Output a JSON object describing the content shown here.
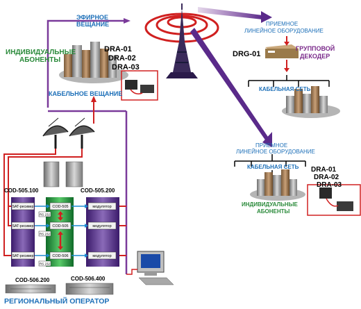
{
  "labels": {
    "air_broadcast_1": "ЭФИРНОЕ",
    "air_broadcast_2": "ВЕЩАНИЕ",
    "receiving_top_1": "ПРИЕМНОЕ",
    "receiving_top_2": "ЛИНЕЙНОЕ ОБОРУДОВАНИЕ",
    "individual_top_1": "ИНДИВИДУАЛЬНЫЕ",
    "individual_top_2": "АБОНЕНТЫ",
    "dra01_top": "DRA-01",
    "dra02_top": "DRA-02",
    "dra03_top": "DRA-03",
    "cable_broadcast": "КАБЕЛЬНОЕ ВЕЩАНИЕ",
    "drg01": "DRG-01",
    "group_decoder_1": "ГРУППОВОЙ",
    "group_decoder_2": "ДЕКОДЕР",
    "cable_net_top": "КАБЕЛЬНАЯ СЕТЬ",
    "receiving_mid_1": "ПРИЕМНОЕ",
    "receiving_mid_2": "ЛИНЕЙНОЕ ОБОРУДОВАНИЕ",
    "cable_net_mid": "КАБЕЛЬНАЯ СЕТЬ",
    "dra01_mid": "DRA-01",
    "dra02_mid": "DRA-02",
    "dra03_mid": "DRA-03",
    "individual_mid_1": "ИНДИВИДУАЛЬНЫЕ",
    "individual_mid_2": "АБОНЕНТЫ",
    "cod505_100": "COD-505.100",
    "cod505_200": "COD-505.200",
    "cod506_200": "COD-506.200",
    "cod506_400": "COD-506.400",
    "regional_operator": "РЕГИОНАЛЬНЫЙ ОПЕРАТОР"
  },
  "rack_rows": [
    {
      "sat": "SAT-ресивер",
      "cod": "COD-505",
      "mod": "модулятор",
      "rs": "RS 232"
    },
    {
      "sat": "SAT-ресивер",
      "cod": "COD-505",
      "mod": "модулятор",
      "rs": "RS 232"
    },
    {
      "sat": "SAT-ресивер",
      "cod": "COD-506",
      "mod": "модулятор",
      "rs": "RS 232"
    }
  ],
  "colors": {
    "purple_line": "#7a3a9a",
    "red_line": "#d02020",
    "blue_text": "#1c6fb8",
    "green_text": "#2a8a3a",
    "green_panel": "#1f9a3a",
    "purple_panel": "#5a2a8a"
  }
}
